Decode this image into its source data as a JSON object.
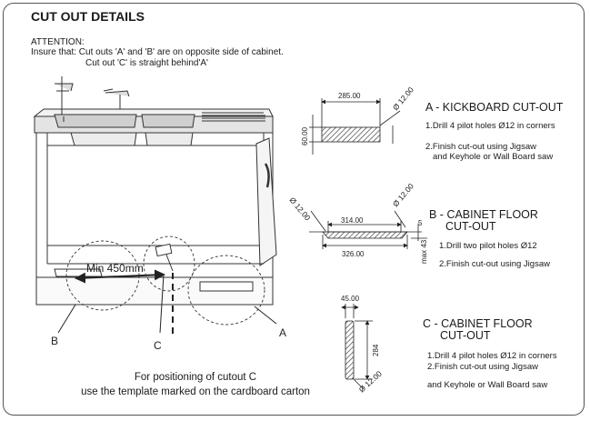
{
  "title": "CUT OUT DETAILS",
  "attention": {
    "label": "ATTENTION:",
    "line1": "Insure that: Cut outs 'A' and 'B' are on opposite side of cabinet.",
    "line2": "Cut out 'C' is straight behind'A'"
  },
  "cabinet": {
    "min_label": "Min 450mm",
    "markers": [
      "B",
      "C",
      "A"
    ]
  },
  "section_a": {
    "heading": "A - KICKBOARD CUT-OUT",
    "steps": [
      "1.Drill 4  pilot holes Ø12 in corners",
      "2.Finish cut-out using Jigsaw",
      "and Keyhole or Wall Board saw"
    ],
    "dims": {
      "width": "285.00",
      "height": "60.00",
      "hole": "Ø 12.00"
    }
  },
  "section_b": {
    "heading_1": "B - CABINET FLOOR",
    "heading_2": "CUT-OUT",
    "steps": [
      "1.Drill two pilot holes Ø12",
      "2.Finish cut-out using Jigsaw"
    ],
    "dims": {
      "top": "314.00",
      "bottom": "326.00",
      "depth": "5",
      "max": "max 43",
      "hole": "Ø 12.00"
    }
  },
  "section_c": {
    "heading_1": "C - CABINET FLOOR",
    "heading_2": "CUT-OUT",
    "steps": [
      "1.Drill 4 pilot holes Ø12 in corners",
      "2.Finish cut-out using Jigsaw",
      "and Keyhole or Wall Board saw"
    ],
    "dims": {
      "width": "45.00",
      "length": "284",
      "hole": "Ø 12.00"
    }
  },
  "footer": {
    "line1": "For positioning of cutout C",
    "line2": "use the template marked on the cardboard carton"
  }
}
